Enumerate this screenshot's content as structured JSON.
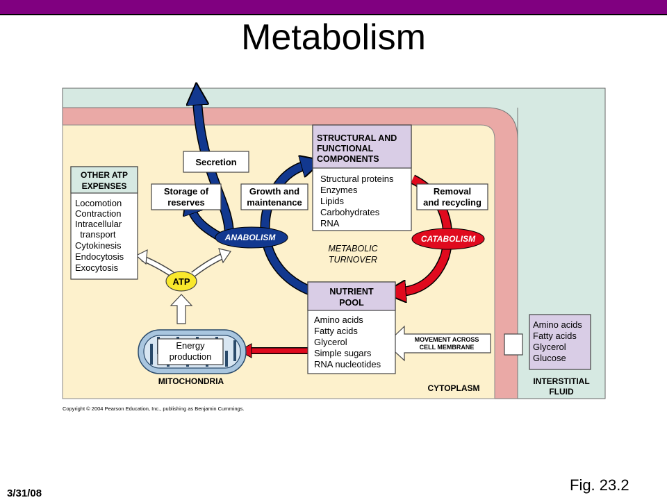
{
  "slide": {
    "title": "Metabolism",
    "date": "3/31/08",
    "figure_ref": "Fig. 23.2"
  },
  "colors": {
    "topbar": "#800080",
    "interstitial": "#d6e9e2",
    "membrane": "#eaa9a6",
    "cytoplasm": "#fdf1cc",
    "label_box": "#d9cde6",
    "anabolism": "#12388f",
    "catabolism": "#e00a1e",
    "atp": "#f9e82c"
  },
  "diagram": {
    "other_atp": {
      "header": [
        "OTHER ATP",
        "EXPENSES"
      ],
      "items": [
        "Locomotion",
        "Contraction",
        "Intracellular",
        "  transport",
        "Cytokinesis",
        "Endocytosis",
        "Exocytosis"
      ]
    },
    "secretion": "Secretion",
    "storage": [
      "Storage of",
      "reserves"
    ],
    "growth": [
      "Growth and",
      "maintenance"
    ],
    "structural": {
      "header": [
        "STRUCTURAL AND",
        "FUNCTIONAL",
        "COMPONENTS"
      ],
      "items": [
        "Structural proteins",
        "Enzymes",
        "Lipids",
        "Carbohydrates",
        "RNA"
      ]
    },
    "removal": [
      "Removal",
      "and recycling"
    ],
    "anabolism": "ANABOLISM",
    "catabolism": "CATABOLISM",
    "metabolic_turnover": [
      "METABOLIC",
      "TURNOVER"
    ],
    "atp": "ATP",
    "nutrient_pool": {
      "header": [
        "NUTRIENT",
        "POOL"
      ],
      "items": [
        "Amino acids",
        "Fatty acids",
        "Glycerol",
        "Simple sugars",
        "RNA nucleotides"
      ]
    },
    "movement": [
      "MOVEMENT ACROSS",
      "CELL MEMBRANE"
    ],
    "interstitial": {
      "items": [
        "Amino acids",
        "Fatty acids",
        "Glycerol",
        "Glucose"
      ],
      "label": [
        "INTERSTITIAL",
        "FLUID"
      ]
    },
    "energy_production": [
      "Energy",
      "production"
    ],
    "mitochondria": "MITOCHONDRIA",
    "cytoplasm": "CYTOPLASM",
    "copyright": "Copyright © 2004 Pearson Education, Inc., publishing as Benjamin Cummings."
  }
}
